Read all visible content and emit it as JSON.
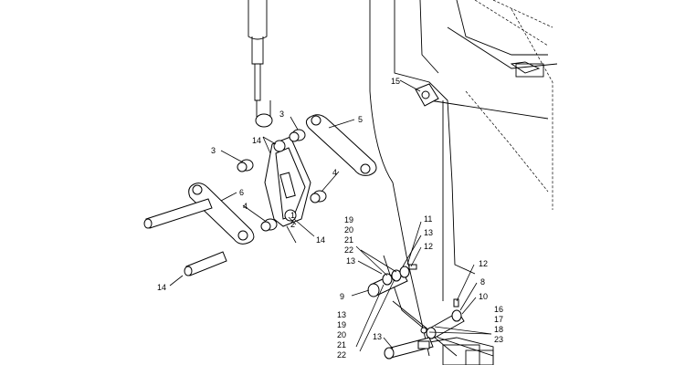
{
  "callouts": {
    "c1": "1",
    "c2": "2",
    "c3a": "3",
    "c3b": "3",
    "c4a": "4",
    "c4b": "4",
    "c5": "5",
    "c6": "6",
    "c8": "8",
    "c9": "9",
    "c10": "10",
    "c11": "11",
    "c12a": "12",
    "c12b": "12",
    "c13a": "13",
    "c13b": "13",
    "c13c": "13",
    "c13d": "13",
    "c14a": "14",
    "c14b": "14",
    "c14c": "14",
    "c15": "15",
    "c16": "16",
    "c17": "17",
    "c18": "18",
    "c19a": "19",
    "c20a": "20",
    "c21a": "21",
    "c22a": "22",
    "c19b": "19",
    "c20b": "20",
    "c21b": "21",
    "c22b": "22",
    "c23": "23"
  }
}
